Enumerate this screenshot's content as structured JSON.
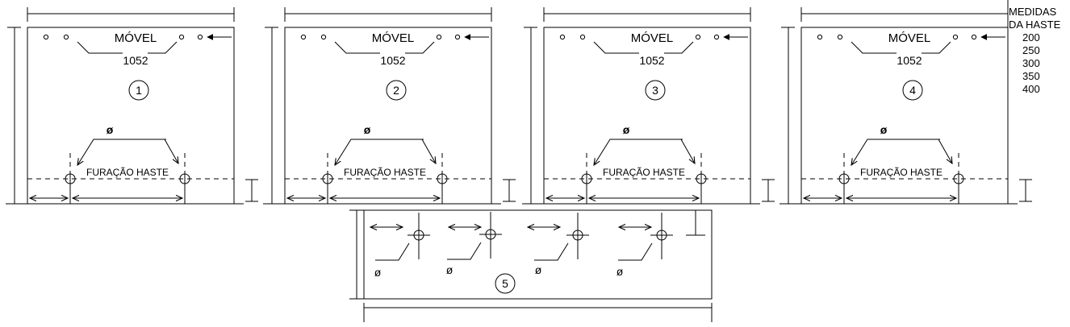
{
  "panels": [
    {
      "title": "MÓVEL",
      "code": "1052",
      "number": "1",
      "diameter_symbol": "ø",
      "hole_label": "FURAÇÃO HASTE"
    },
    {
      "title": "MÓVEL",
      "code": "1052",
      "number": "2",
      "diameter_symbol": "ø",
      "hole_label": "FURAÇÃO HASTE"
    },
    {
      "title": "MÓVEL",
      "code": "1052",
      "number": "3",
      "diameter_symbol": "ø",
      "hole_label": "FURAÇÃO HASTE"
    },
    {
      "title": "MÓVEL",
      "code": "1052",
      "number": "4",
      "diameter_symbol": "ø",
      "hole_label": "FURAÇÃO HASTE"
    }
  ],
  "bottom_panel": {
    "number": "5",
    "diameter_symbols": [
      "ø",
      "ø",
      "ø",
      "ø"
    ]
  },
  "haste_table": {
    "title_line1": "MEDIDAS",
    "title_line2": "DA HASTE",
    "values": [
      "200",
      "250",
      "300",
      "350",
      "400"
    ]
  }
}
